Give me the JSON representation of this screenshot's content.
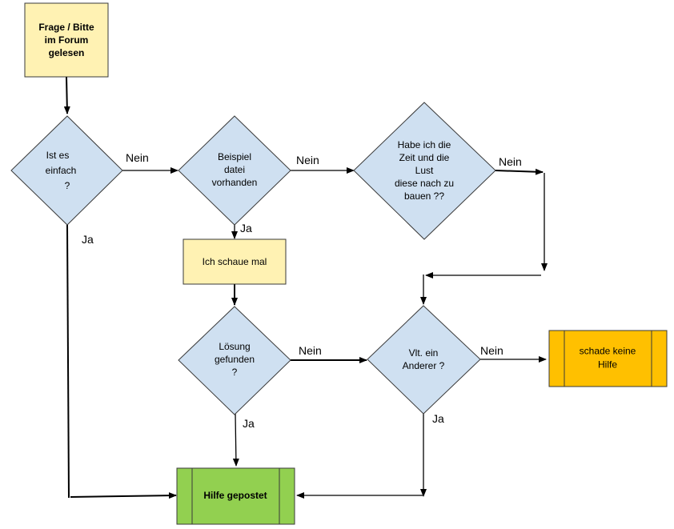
{
  "colors": {
    "start_fill": "#fff2b3",
    "decision_fill": "#cfe0f1",
    "process_fill": "#fff2b3",
    "end_fill_success": "#92d050",
    "end_fill_fail": "#ffc000",
    "stroke": "#3a3a3a"
  },
  "nodes": {
    "start": {
      "lines": [
        "Frage / Bitte",
        "im Forum",
        "gelesen"
      ]
    },
    "easy": {
      "lines": [
        "Ist es",
        "einfach",
        "?"
      ]
    },
    "example": {
      "lines": [
        "Beispiel",
        "datei",
        "vorhanden"
      ]
    },
    "time": {
      "lines": [
        "Habe ich die",
        "Zeit und die",
        "Lust",
        "diese nach zu",
        "bauen ??"
      ]
    },
    "look": {
      "lines": [
        "Ich schaue mal"
      ]
    },
    "solution": {
      "lines": [
        "Lösung",
        "gefunden",
        "?"
      ]
    },
    "other": {
      "lines": [
        "Vlt. ein",
        "Anderer ?"
      ]
    },
    "no_help": {
      "lines": [
        "schade keine",
        "Hilfe"
      ]
    },
    "help": {
      "lines": [
        "Hilfe gepostet"
      ]
    }
  },
  "edge_labels": {
    "easy_no": "Nein",
    "easy_yes": "Ja",
    "example_no": "Nein",
    "example_yes": "Ja",
    "time_no": "Nein",
    "solution_no": "Nein",
    "solution_yes": "Ja",
    "other_no": "Nein",
    "other_yes": "Ja"
  }
}
